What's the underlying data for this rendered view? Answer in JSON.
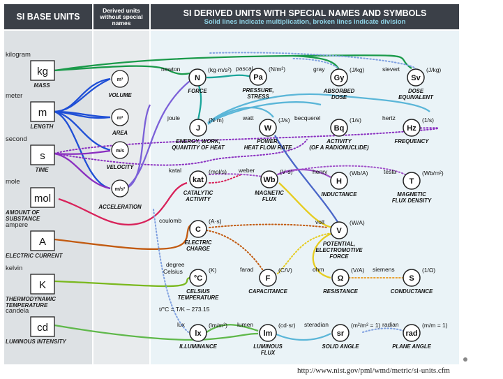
{
  "headers": {
    "base": "SI BASE UNITS",
    "derived": [
      "Derived units",
      "without special",
      "names"
    ],
    "special_title": "SI DERIVED UNITS WITH SPECIAL NAMES AND SYMBOLS",
    "special_subtitle": "Solid lines indicate multiplication, broken lines indicate division"
  },
  "base_units": [
    {
      "word": "kilogram",
      "sym": "kg",
      "cap": [
        "MASS"
      ]
    },
    {
      "word": "meter",
      "sym": "m",
      "cap": [
        "LENGTH"
      ]
    },
    {
      "word": "second",
      "sym": "s",
      "cap": [
        "TIME"
      ]
    },
    {
      "word": "mole",
      "sym": "mol",
      "cap": [
        "AMOUNT OF",
        "SUBSTANCE"
      ]
    },
    {
      "word": "ampere",
      "sym": "A",
      "cap": [
        "ELECTRIC CURRENT"
      ]
    },
    {
      "word": "kelvin",
      "sym": "K",
      "cap": [
        "THERMODYNAMIC",
        "TEMPERATURE"
      ]
    },
    {
      "word": "candela",
      "sym": "cd",
      "cap": [
        "LUMINOUS INTENSITY"
      ]
    }
  ],
  "derived_units": [
    {
      "sym": "m³",
      "cap": "VOLUME"
    },
    {
      "sym": "m²",
      "cap": "AREA"
    },
    {
      "sym": "m/s",
      "cap": "VELOCITY"
    },
    {
      "sym": "m/s²",
      "cap": "ACCELERATION"
    }
  ],
  "special_units": [
    {
      "name": "newton",
      "expr": "(kg·m/s²)",
      "sym": "N",
      "cap": [
        "FORCE"
      ]
    },
    {
      "name": "pascal",
      "expr": "(N/m²)",
      "sym": "Pa",
      "cap": [
        "PRESSURE,",
        "STRESS"
      ]
    },
    {
      "name": "gray",
      "expr": "(J/kg)",
      "sym": "Gy",
      "cap": [
        "ABSORBED",
        "DOSE"
      ]
    },
    {
      "name": "sievert",
      "expr": "(J/kg)",
      "sym": "Sv",
      "cap": [
        "DOSE",
        "EQUIVALENT"
      ]
    },
    {
      "name": "joule",
      "expr": "(N·m)",
      "sym": "J",
      "cap": [
        "ENERGY, WORK,",
        "QUANTITY OF HEAT"
      ]
    },
    {
      "name": "watt",
      "expr": "(J/s)",
      "sym": "W",
      "cap": [
        "POWER,",
        "HEAT FLOW RATE"
      ]
    },
    {
      "name": "becquerel",
      "expr": "(1/s)",
      "sym": "Bq",
      "cap": [
        "ACTIVITY",
        "(OF A RADIONUCLIDE)"
      ]
    },
    {
      "name": "hertz",
      "expr": "(1/s)",
      "sym": "Hz",
      "cap": [
        "FREQUENCY"
      ]
    },
    {
      "name": "katal",
      "expr": "(mol/s)",
      "sym": "kat",
      "cap": [
        "CATALYTIC",
        "ACTIVITY"
      ]
    },
    {
      "name": "weber",
      "expr": "(V·s)",
      "sym": "Wb",
      "cap": [
        "MAGNETIC",
        "FLUX"
      ]
    },
    {
      "name": "henry",
      "expr": "(Wb/A)",
      "sym": "H",
      "cap": [
        "INDUCTANCE"
      ]
    },
    {
      "name": "tesla",
      "expr": "(Wb/m²)",
      "sym": "T",
      "cap": [
        "MAGNETIC",
        "FLUX DENSITY"
      ]
    },
    {
      "name": "coulomb",
      "expr": "(A·s)",
      "sym": "C",
      "cap": [
        "ELECTRIC",
        "CHARGE"
      ]
    },
    {
      "name": "volt",
      "expr": "(W/A)",
      "sym": "V",
      "cap": [
        "POTENTIAL,",
        "ELECTROMOTIVE",
        "FORCE"
      ]
    },
    {
      "name": "farad",
      "expr": "(C/V)",
      "sym": "F",
      "cap": [
        "CAPACITANCE"
      ]
    },
    {
      "name": "ohm",
      "expr": "(V/A)",
      "sym": "Ω",
      "cap": [
        "RESISTANCE"
      ]
    },
    {
      "name": "siemens",
      "expr": "(1/Ω)",
      "sym": "S",
      "cap": [
        "CONDUCTANCE"
      ]
    },
    {
      "name": "degree Celsius",
      "expr": "(K)",
      "sym": "°C",
      "cap": [
        "CELSIUS",
        "TEMPERATURE"
      ]
    },
    {
      "name": "lux",
      "expr": "(lm/m²)",
      "sym": "lx",
      "cap": [
        "ILLUMINANCE"
      ]
    },
    {
      "name": "lumen",
      "expr": "(cd·sr)",
      "sym": "lm",
      "cap": [
        "LUMINOUS",
        "FLUX"
      ]
    },
    {
      "name": "steradian",
      "expr": "(m²/m² = 1)",
      "sym": "sr",
      "cap": [
        "SOLID ANGLE"
      ]
    },
    {
      "name": "radian",
      "expr": "(m/m = 1)",
      "sym": "rad",
      "cap": [
        "PLANE ANGLE"
      ]
    }
  ],
  "celsius_formula": "t/°C = T/K – 273.15",
  "source_url": "http://www.nist.gov/pml/wmd/metric/si-units.cfm",
  "colors": {
    "mass": "#1a9a4a",
    "length": "#1f4fd6",
    "time": "#8a2fc0",
    "mole": "#d8225a",
    "ampere": "#c25a10",
    "kelvin": "#7ab81e",
    "candela": "#5fb84a",
    "force": "#1aa59a",
    "energy": "#5bb6d8",
    "voltage": "#e6cc20",
    "dotted": "#7fa0e0"
  }
}
